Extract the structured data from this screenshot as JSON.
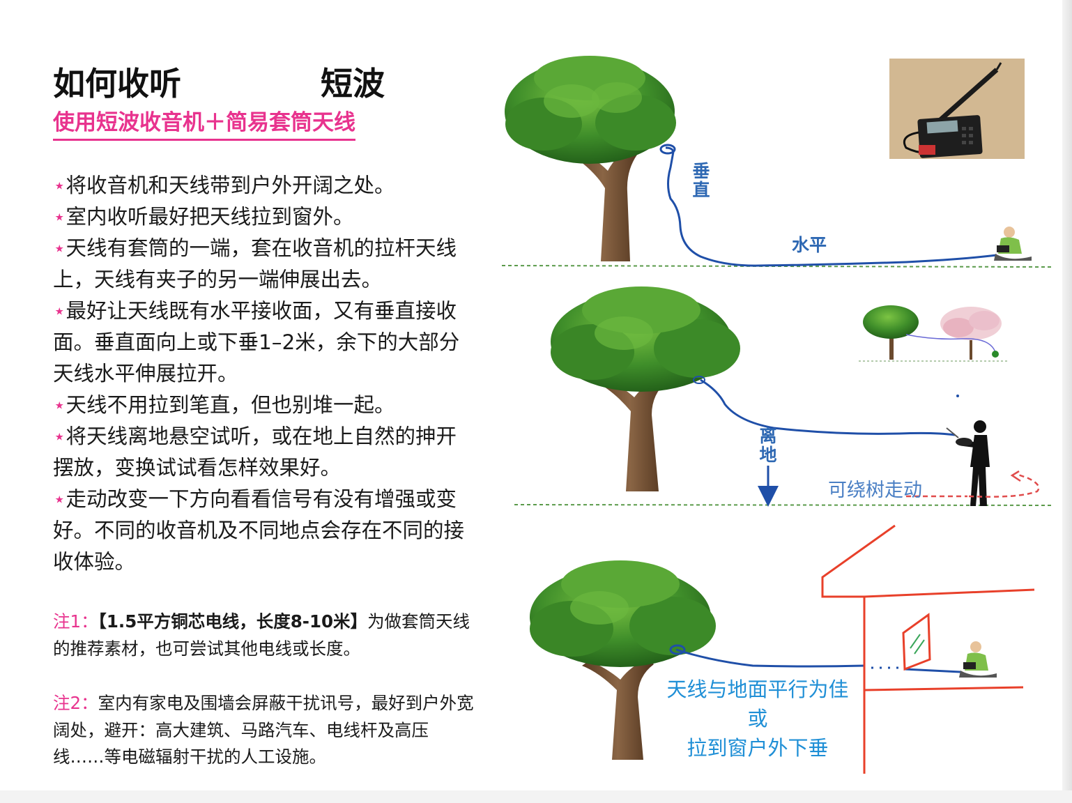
{
  "title": {
    "part1": "如何收听",
    "part2": "短波"
  },
  "subtitle": "使用短波收音机＋简易套筒天线",
  "bullet_marker": "⋆",
  "bullets": [
    "将收音机和天线带到户外开阔之处。",
    "室内收听最好把天线拉到窗外。",
    "天线有套筒的一端，套在收音机的拉杆天线上，天线有夹子的另一端伸展出去。",
    "最好让天线既有水平接收面，又有垂直接收面。垂直面向上或下垂1–2米，余下的大部分天线水平伸展拉开。",
    "天线不用拉到笔直，但也别堆一起。",
    "将天线离地悬空试听，或在地上自然的抻开摆放，变换试试看怎样效果好。",
    "走动改变一下方向看看信号有没有增强或变好。不同的收音机及不同地点会存在不同的接收体验。"
  ],
  "note1": {
    "label": "注1：",
    "bold": "【1.5平方铜芯电线，长度8-10米】",
    "text": "为做套筒天线的推荐素材，也可尝试其他电线或长度。"
  },
  "note2": {
    "label": "注2：",
    "text": "室内有家电及围墙会屏蔽干扰讯号，最好到户外宽阔处，避开：高大建筑、马路汽车、电线杆及高压线……等电磁辐射干扰的人工设施。"
  },
  "diagram1": {
    "vertical_label": "垂直",
    "horizontal_label": "水平"
  },
  "diagram2": {
    "off_ground_label": "离地",
    "walk_label": "可绕树走动"
  },
  "diagram3": {
    "caption_line1": "天线与地面平行为佳",
    "caption_line2": "或",
    "caption_line3": "拉到窗户外下垂"
  },
  "colors": {
    "accent_pink": "#e8338e",
    "wire_blue": "#1f4fa8",
    "label_blue": "#2e68b3",
    "caption_blue": "#1f8fd6",
    "house_red": "#e8402a",
    "ground_green": "#5a9a4a"
  }
}
